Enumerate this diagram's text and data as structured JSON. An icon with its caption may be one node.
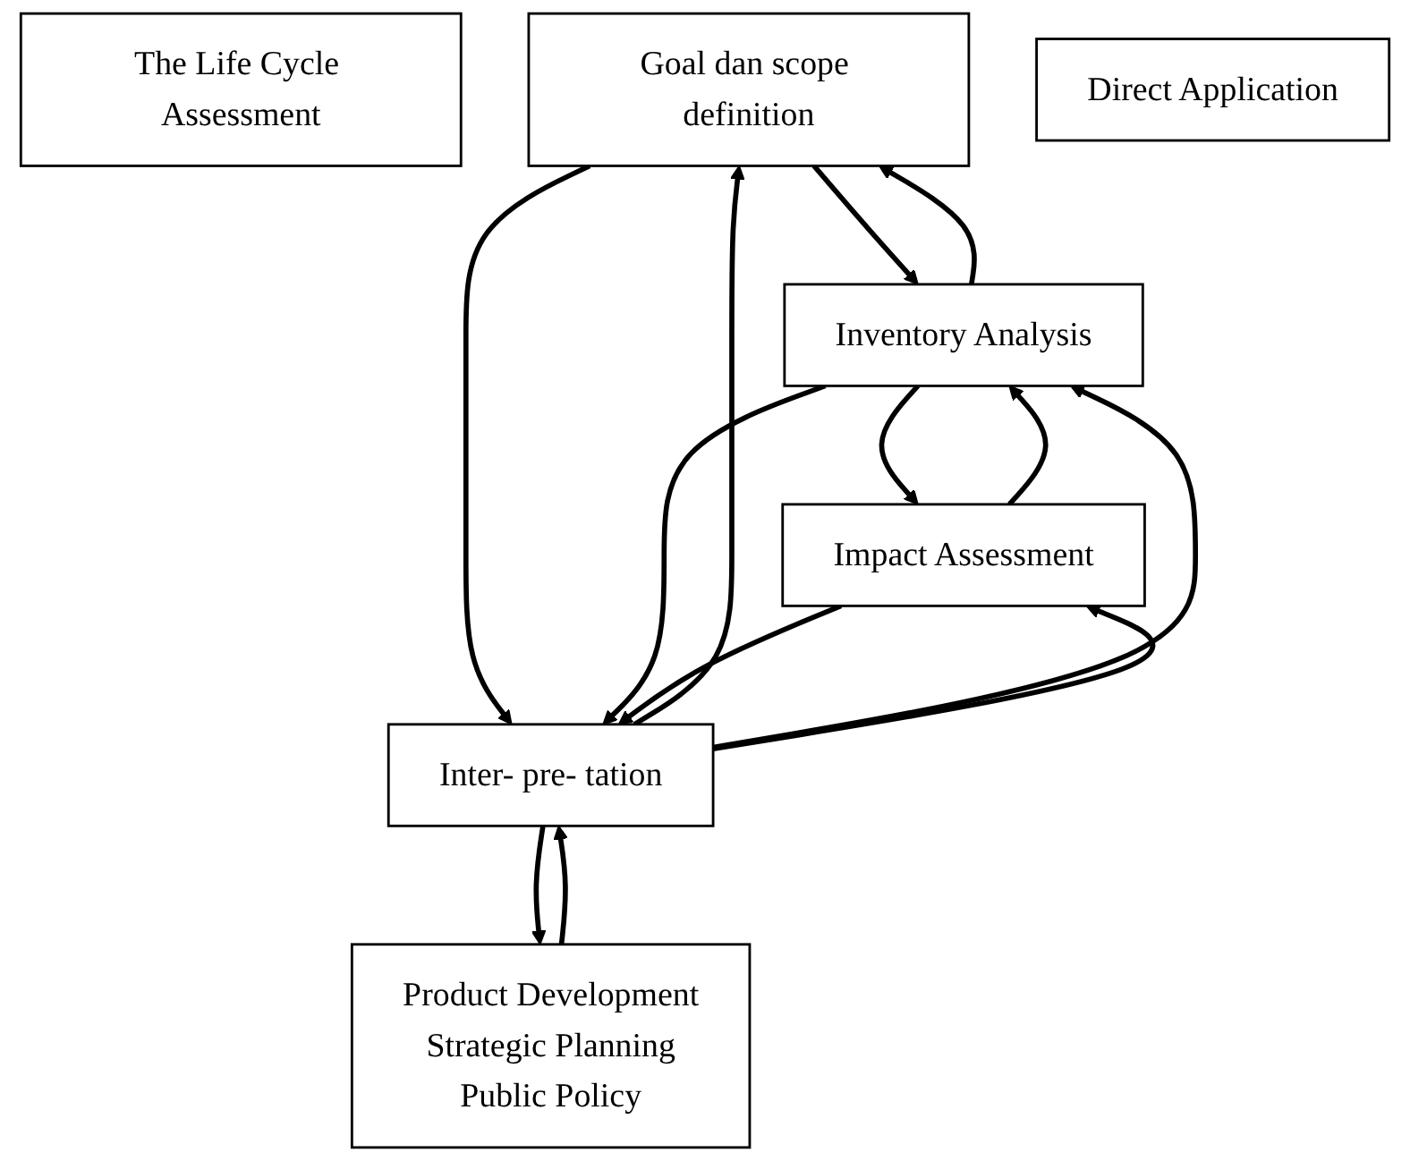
{
  "diagram": {
    "nodes": [
      {
        "text": [
          "The Life Cycle Assessment"
        ]
      },
      {
        "text": [
          "Goal dan scope definition"
        ]
      },
      {
        "text": [
          "Inventory Analysis"
        ]
      },
      {
        "text": [
          "Impact Assessment"
        ]
      },
      {
        "text": [
          "Inter- pre- tation"
        ]
      },
      {
        "text": [
          "Direct Application"
        ]
      },
      {
        "text": [
          "Product Development",
          "Strategic Planning",
          "Public Policy"
        ]
      }
    ],
    "edges": [
      {
        "from": 1,
        "to": 2,
        "arrow": "to"
      },
      {
        "from": 2,
        "to": 3,
        "arrow": "to"
      },
      {
        "from": 1,
        "to": 4,
        "arrow": "to"
      },
      {
        "from": 2,
        "to": 4,
        "arrow": "to"
      },
      {
        "from": 3,
        "to": 4,
        "arrow": "to"
      },
      {
        "from": 4,
        "to": 6,
        "arrow": "to"
      },
      {
        "from": 2,
        "to": 1,
        "arrow": "to"
      },
      {
        "from": 3,
        "to": 2,
        "arrow": "to"
      },
      {
        "from": 4,
        "to": 1,
        "arrow": "to"
      },
      {
        "from": 4,
        "to": 2,
        "arrow": "to"
      },
      {
        "from": 4,
        "to": 3,
        "arrow": "to"
      },
      {
        "from": 6,
        "to": 4,
        "arrow": "to"
      }
    ]
  }
}
